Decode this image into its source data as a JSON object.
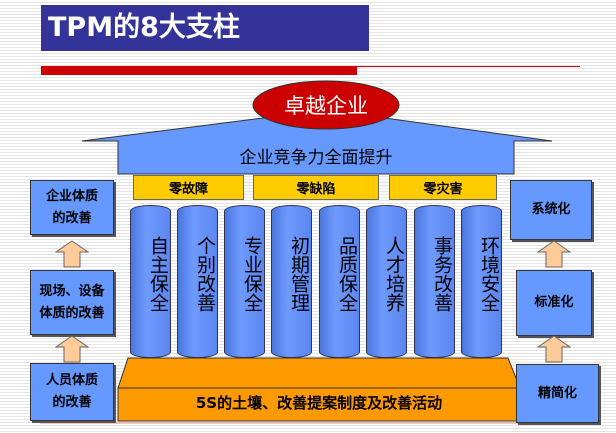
{
  "title": "TPM的8大支柱",
  "top_goal": "卓越企业",
  "roof_text": "企业竞争力全面提升",
  "zero_goals": [
    "零故障",
    "零缺陷",
    "零灾害"
  ],
  "pillars": [
    "自主保全",
    "个别改善",
    "专业保全",
    "初期管理",
    "品质保全",
    "人才培养",
    "事务改善",
    "环境安全"
  ],
  "foundation": "5S的土壤、改善提案制度及改善活动",
  "left_steps": [
    "企业体质的改善",
    "现场、设备体质的改善",
    "人员体质的改善"
  ],
  "right_steps": [
    "系统化",
    "标准化",
    "精简化"
  ],
  "colors": {
    "title_bg": "#333399",
    "accent_red": "#cc0000",
    "blue": "#6699ff",
    "yellow": "#ffcc00",
    "orange": "#ff9900",
    "arrow": "#ffcc99"
  }
}
